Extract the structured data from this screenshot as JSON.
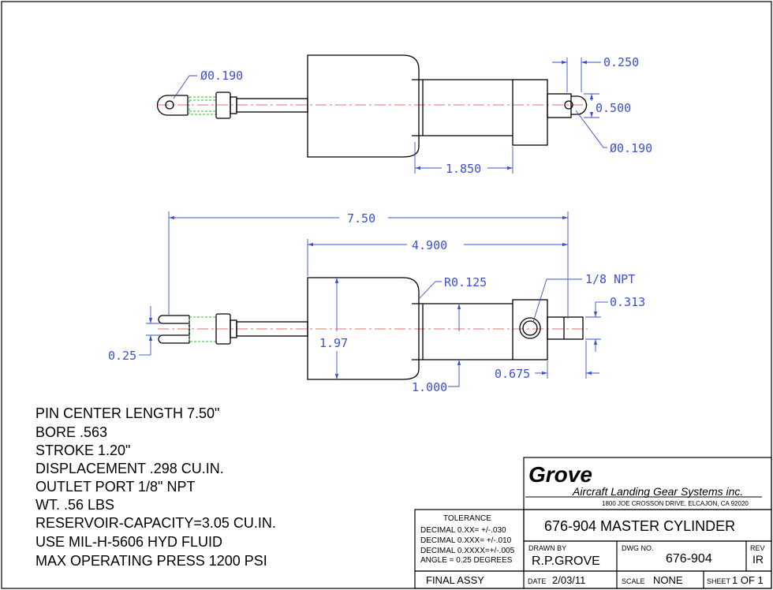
{
  "top_view": {
    "dims": {
      "pin_hole_left": "Ø0.190",
      "width_right": "0.250",
      "height_right": "0.500",
      "pin_hole_right": "Ø0.190",
      "body_length": "1.850"
    }
  },
  "side_view": {
    "dims": {
      "overall": "7.50",
      "body_to_pin": "4.900",
      "radius": "R0.125",
      "port": "1/8 NPT",
      "port_dia": "0.313",
      "clevis_gap": "0.25",
      "height": "1.97",
      "body_height": "1.000",
      "port_offset": "0.675"
    }
  },
  "notes": [
    "PIN CENTER LENGTH 7.50\"",
    "BORE .563",
    "STROKE 1.20\"",
    "DISPLACEMENT .298 CU.IN.",
    "OUTLET PORT 1/8\" NPT",
    "WT. .56 LBS",
    "RESERVOIR-CAPACITY=3.05 CU.IN.",
    "USE MIL-H-5606 HYD FLUID",
    "MAX OPERATING PRESS 1200 PSI"
  ],
  "title_block": {
    "company": "Grove",
    "company_full": "Aircraft Landing Gear Systems inc.",
    "address": "1800 JOE CROSSON DRIVE, ELCAJON, CA 92020",
    "tolerance_title": "TOLERANCE",
    "tolerance_lines": [
      "DECIMAL 0.XX=  +/-.030",
      "DECIMAL 0.XXX= +/-.010",
      "DECIMAL 0.XXXX=+/-.005",
      "ANGLE = 0.25 DEGREES"
    ],
    "title": "676-904 MASTER CYLINDER",
    "drawn_by_label": "DRAWN  BY",
    "drawn_by": "R.P.GROVE",
    "dwg_no_label": "DWG  NO.",
    "dwg_no": "676-904",
    "rev_label": "REV",
    "rev": "IR",
    "assy": "FINAL ASSY",
    "date_label": "DATE",
    "date": "2/03/11",
    "scale_label": "SCALE",
    "scale": "NONE",
    "sheet_label": "SHEET",
    "sheet": "1 OF 1"
  }
}
